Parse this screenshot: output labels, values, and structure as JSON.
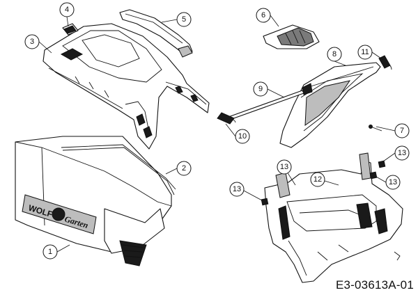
{
  "drawing_id": "E3-03613A-01",
  "logo": {
    "brand": "WOLF",
    "sub": "Garten"
  },
  "callouts": [
    "1",
    "2",
    "3",
    "4",
    "5",
    "6",
    "7",
    "8",
    "9",
    "10",
    "11",
    "12",
    "13",
    "13",
    "13",
    "13"
  ]
}
